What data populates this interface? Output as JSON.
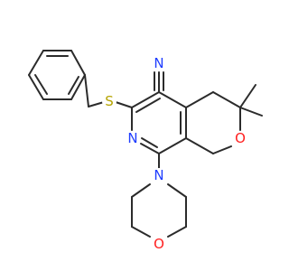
{
  "molecule": {
    "atoms": {
      "S": {
        "label": "S",
        "color": "#b5a400"
      },
      "N1": {
        "label": "N",
        "color": "#1f3dff"
      },
      "N2": {
        "label": "N",
        "color": "#1f3dff"
      },
      "N3": {
        "label": "N",
        "color": "#1f3dff"
      },
      "O1": {
        "label": "O",
        "color": "#ff1f1f"
      },
      "O2": {
        "label": "O",
        "color": "#ff1f1f"
      }
    }
  }
}
